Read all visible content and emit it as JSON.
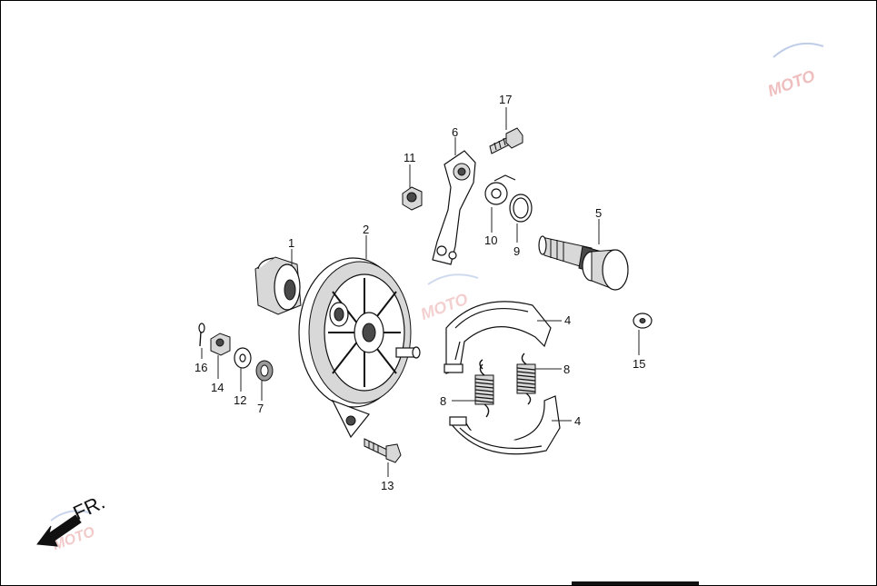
{
  "diagram": {
    "type": "exploded-parts-view",
    "direction_label": "FR.",
    "callouts": [
      {
        "id": "c1",
        "label": "1"
      },
      {
        "id": "c2",
        "label": "2"
      },
      {
        "id": "c4a",
        "label": "4"
      },
      {
        "id": "c4b",
        "label": "4"
      },
      {
        "id": "c5",
        "label": "5"
      },
      {
        "id": "c6",
        "label": "6"
      },
      {
        "id": "c7",
        "label": "7"
      },
      {
        "id": "c8a",
        "label": "8"
      },
      {
        "id": "c8b",
        "label": "8"
      },
      {
        "id": "c9",
        "label": "9"
      },
      {
        "id": "c10",
        "label": "10"
      },
      {
        "id": "c11",
        "label": "11"
      },
      {
        "id": "c12",
        "label": "12"
      },
      {
        "id": "c13",
        "label": "13"
      },
      {
        "id": "c14",
        "label": "14"
      },
      {
        "id": "c15",
        "label": "15"
      },
      {
        "id": "c16",
        "label": "16"
      },
      {
        "id": "c17",
        "label": "17"
      }
    ],
    "watermark_text": "MOTO"
  }
}
